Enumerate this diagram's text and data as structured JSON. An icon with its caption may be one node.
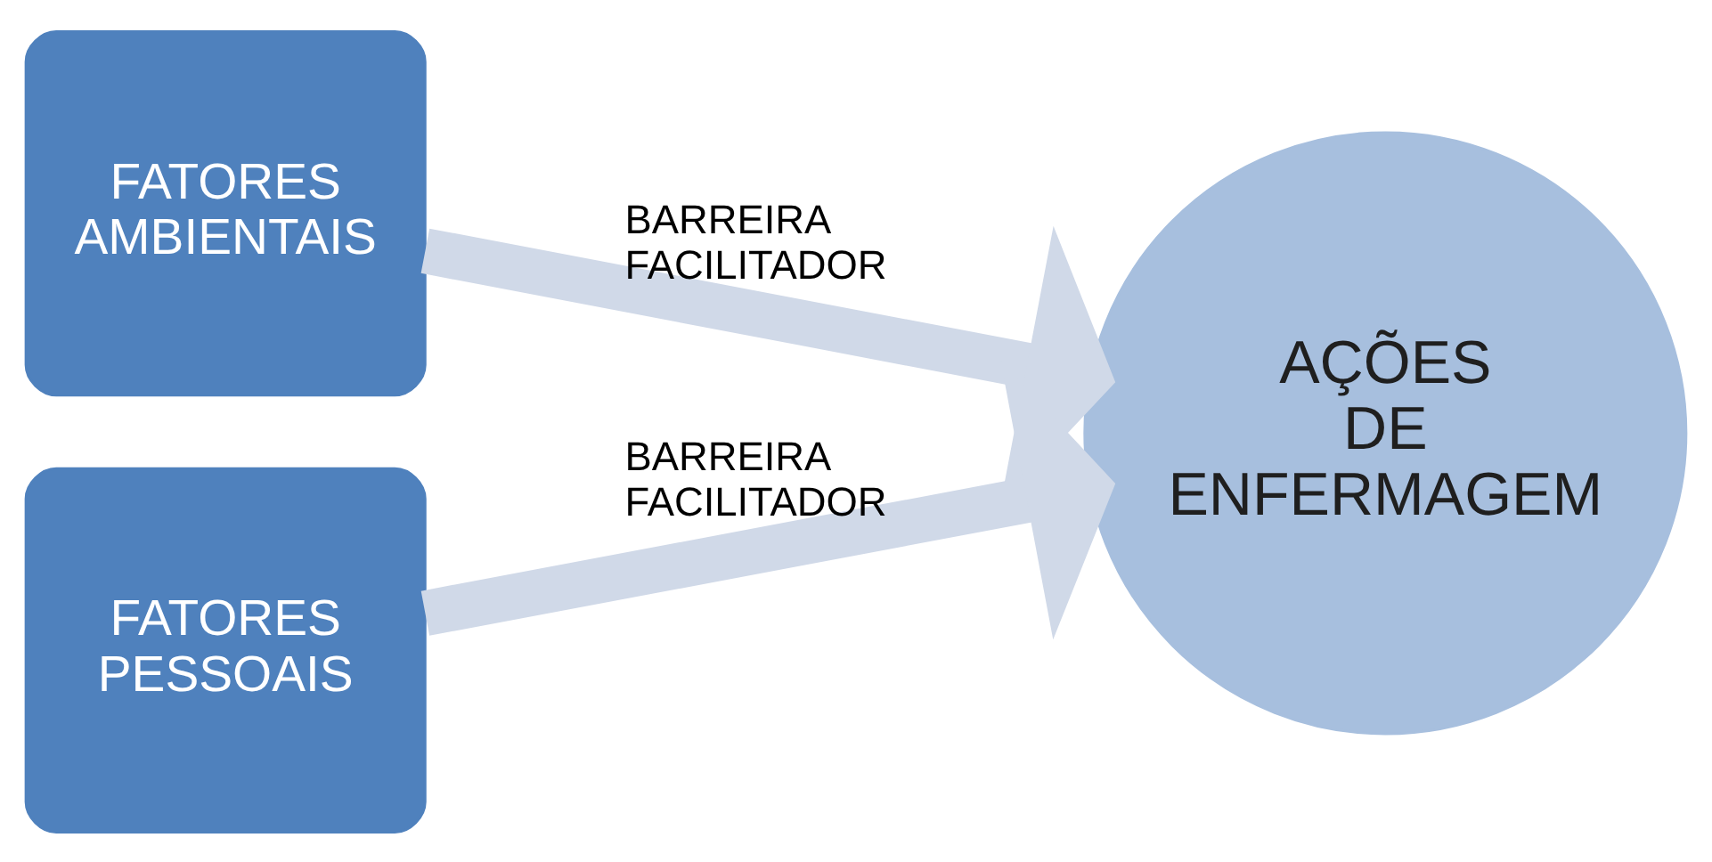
{
  "diagram": {
    "nodes": [
      {
        "text": [
          "FATORES AMBIENTAIS"
        ]
      },
      {
        "text": [
          "FATORES PESSOAIS"
        ]
      },
      {
        "text": [
          "AÇÕES DE ENFERMAGEM"
        ]
      }
    ],
    "edges": [
      {
        "from": 0,
        "to": 2,
        "arrow": "to",
        "label": "BARREIRA FACILITADOR"
      },
      {
        "from": 1,
        "to": 2,
        "arrow": "to",
        "label": "BARREIRA FACILITADOR"
      }
    ]
  }
}
